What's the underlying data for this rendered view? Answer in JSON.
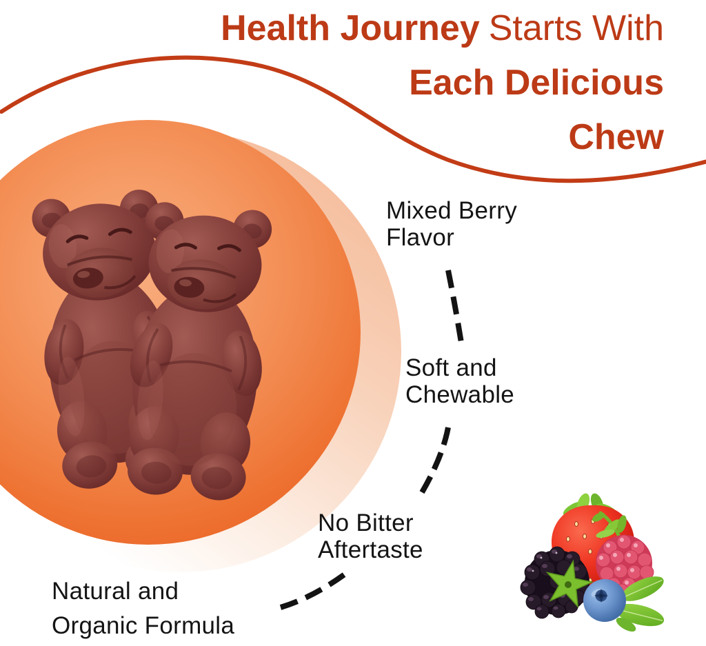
{
  "title": {
    "emphasis": "Health Journey",
    "rest": "Starts With",
    "line2": "Each Delicious",
    "line3": "Chew"
  },
  "callouts": {
    "mixed_berry": {
      "line1": "Mixed Berry",
      "line2": "Flavor"
    },
    "soft_chewable": {
      "line1": "Soft and",
      "line2": "Chewable"
    },
    "no_bitter": {
      "line1": "No Bitter",
      "line2": "Aftertaste"
    },
    "natural_organic": {
      "line1": "Natural and",
      "line2": "Organic Formula"
    }
  },
  "colors": {
    "title_accent": "#bc3a16",
    "swoosh_curve": "#c23c16",
    "circle_orange": "#ed6524",
    "halo_peach": "#f5b997",
    "callout_text": "#141414",
    "dash_connector": "#131313",
    "gummy_bear": "#7b3533",
    "strawberry_red": "#e8281a",
    "raspberry_pink": "#e25672",
    "blackberry_dark": "#241726",
    "blueberry_blue": "#4a74ae",
    "leaf_green": "#7cbf2e"
  },
  "graphics": {
    "swoosh": "decorative-curve",
    "gummy_bears": "two-gummy-bears",
    "berries": "mixed-berries-cluster",
    "connectors": "dashed-connector-lines"
  }
}
